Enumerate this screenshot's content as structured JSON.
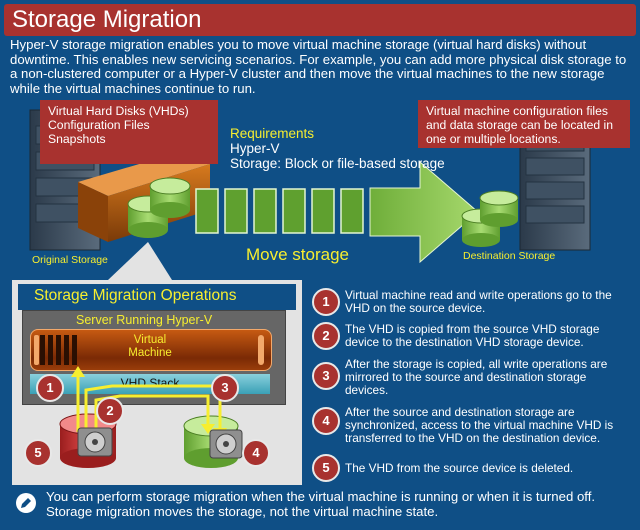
{
  "title": "Storage Migration",
  "intro": "Hyper-V storage migration enables you to move virtual machine storage (virtual hard disks) without downtime. This enables new servicing scenarios. For example, you can add more physical disk storage to a non-clustered computer or a Hyper-V cluster and then move the virtual machines to the new storage while the virtual machines continue to run.",
  "source_callout": [
    "Virtual Hard Disks (VHDs)",
    "Configuration Files",
    "Snapshots"
  ],
  "requirements": {
    "heading": "Requirements",
    "line1": "Hyper-V",
    "line2": "Storage: Block or file-based storage"
  },
  "destination_callout": "Virtual machine configuration files and data storage can be located in one or multiple locations.",
  "labels": {
    "original_storage": "Original Storage",
    "destination_storage": "Destination Storage",
    "move_storage": "Move storage"
  },
  "operations": {
    "title": "Storage Migration Operations",
    "server_title": "Server Running Hyper-V",
    "vm_line1": "Virtual",
    "vm_line2": "Machine",
    "vhd_stack": "VHD Stack",
    "markers": [
      "1",
      "2",
      "3",
      "4",
      "5"
    ]
  },
  "steps": [
    {
      "num": "1",
      "text": "Virtual machine read and write operations go to the VHD on the source device."
    },
    {
      "num": "2",
      "text": "The VHD is copied from the source VHD storage device to the destination VHD storage device."
    },
    {
      "num": "3",
      "text": "After the storage is copied, all write operations are mirrored to the source and destination storage devices."
    },
    {
      "num": "4",
      "text": "After the source and destination storage are synchronized, access to the virtual machine VHD is transferred to the VHD on the destination device."
    },
    {
      "num": "5",
      "text": "The VHD from the source device is deleted."
    }
  ],
  "footer": "You can perform storage migration when the virtual machine is running or when it is turned off. Storage migration moves the storage, not the virtual machine state.",
  "colors": {
    "background": "#0f4f86",
    "accent_red": "#a8322f",
    "highlight_yellow": "#f7ee2f",
    "disk_green": "#7fbf4d",
    "vm_orange": "#c65a12",
    "vhd_teal": "#5bb6c6"
  },
  "icons": [
    "server-rack-icon",
    "disk-stack-icon",
    "arrow-right-icon",
    "hard-drive-icon",
    "info-pencil-icon"
  ]
}
